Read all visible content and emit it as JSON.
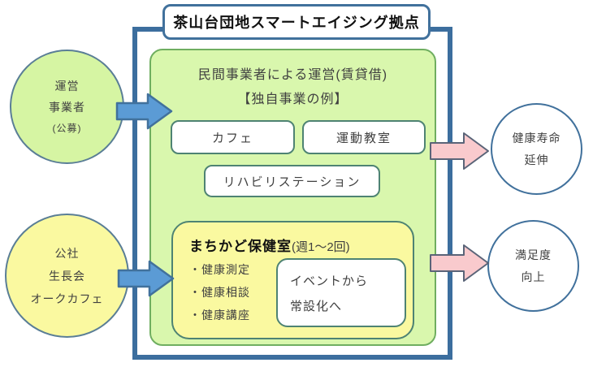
{
  "title": "茶山台団地スマートエイジング拠点",
  "facility": {
    "heading_line1": "民間事業者による運営(賃貸借)",
    "heading_line2": "【独自事業の例】",
    "services": [
      "カフェ",
      "運動教室",
      "リハビリステーション"
    ]
  },
  "health_room": {
    "name": "まちかど保健室",
    "schedule": "(週1〜2回)",
    "items": [
      "・健康測定",
      "・健康相談",
      "・健康講座"
    ],
    "note": {
      "line1": "イベントから",
      "line2": "常設化へ"
    }
  },
  "operators": {
    "private": {
      "line1": "運営",
      "line2": "事業者",
      "line3": "(公募)"
    },
    "public": {
      "line1": "公社",
      "line2": "生長会",
      "line3": "オークカフェ"
    }
  },
  "outcomes": {
    "health": {
      "line1": "健康寿命",
      "line2": "延伸"
    },
    "satisfaction": {
      "line1": "満足度",
      "line2": "向上"
    }
  },
  "colors": {
    "outer_border": "#3c6e9e",
    "title_border": "#41719c",
    "green_fill": "#d9f7ad",
    "green_border": "#6fae60",
    "yellow_fill": "#faf9a0",
    "inner_box_border": "#4e8373",
    "blue_arrow_fill": "#5b9bd5",
    "blue_arrow_border": "#41719c",
    "pink_arrow_fill": "#f9cacd",
    "pink_arrow_border": "#5a6478",
    "left_circle_border": "#5a7e96"
  }
}
